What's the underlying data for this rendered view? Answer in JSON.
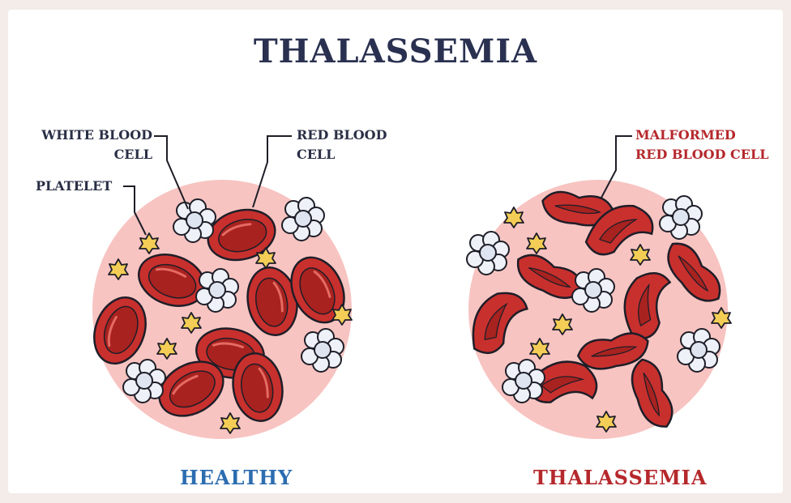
{
  "title": "THALASSEMIA",
  "labels": {
    "white_blood_cell": [
      "WHITE BLOOD",
      "CELL"
    ],
    "red_blood_cell": [
      "RED BLOOD",
      "CELL"
    ],
    "platelet": "PLATELET",
    "malformed_red_blood_cell": [
      "MALFORMED",
      "RED BLOOD CELL"
    ]
  },
  "captions": {
    "healthy": "HEALTHY",
    "thalassemia": "THALASSEMIA"
  },
  "colors": {
    "background_disc": "#f7c4c1",
    "red_cell": "#c8302e",
    "red_cell_inner": "#a8221f",
    "white_cell": "#eef1f7",
    "platelet": "#f3cd55",
    "outline": "#1e1e28",
    "healthy_caption": "#2c6db0",
    "thalassemia_caption": "#b5282c",
    "title": "#2a3150"
  }
}
